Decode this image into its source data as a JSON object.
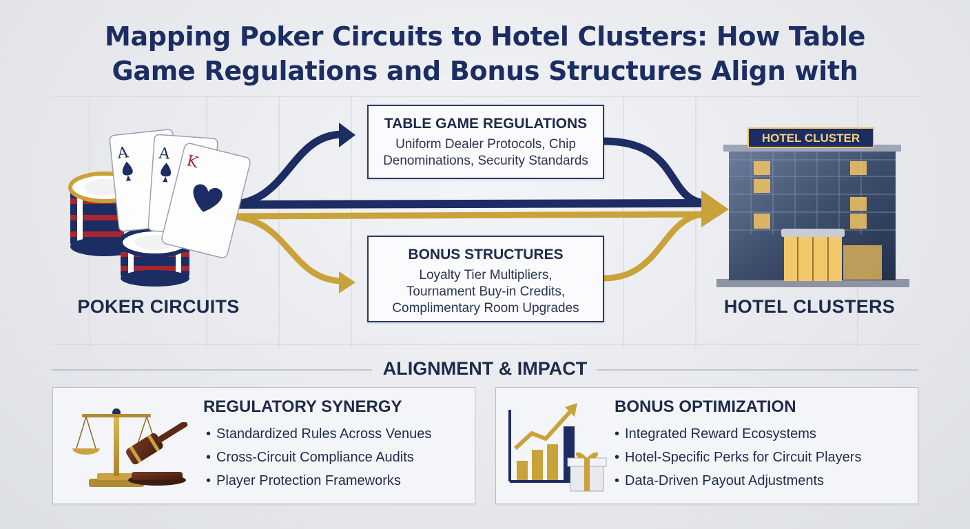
{
  "title": {
    "line1": "Mapping Poker Circuits to Hotel Clusters: How Table",
    "line2": "Game Regulations and Bonus Structures Align with"
  },
  "nodes": {
    "left_label": "POKER CIRCUITS",
    "right_label": "HOTEL CLUSTERS",
    "hotel_sign": "HOTEL CLUSTER",
    "card_ace1": "A",
    "card_ace2": "A",
    "card_king": "K"
  },
  "regulations_box": {
    "title": "TABLE GAME REGULATIONS",
    "lines": [
      "Uniform Dealer Protocols, Chip",
      "Denominations, Security Standards"
    ]
  },
  "bonus_box": {
    "title": "BONUS STRUCTURES",
    "lines": [
      "Loyalty Tier Multipliers,",
      "Tournament Buy-in Credits,",
      "Complimentary Room Upgrades"
    ]
  },
  "section": {
    "heading": "ALIGNMENT & IMPACT"
  },
  "panels": [
    {
      "title": "REGULATORY SYNERGY",
      "items": [
        "Standardized Rules Across Venues",
        "Cross-Circuit Compliance Audits",
        "Player Protection Frameworks"
      ]
    },
    {
      "title": "BONUS OPTIMIZATION",
      "items": [
        "Integrated Reward Ecosystems",
        "Hotel-Specific Perks for Circuit Players",
        "Data-Driven Payout Adjustments"
      ]
    }
  ],
  "colors": {
    "navy": "#1b2d63",
    "gold": "#c9a23a",
    "chip_red": "#a8262e",
    "window_light": "#f4c463"
  },
  "icons": [
    "playing-cards-icon",
    "poker-chips-icon",
    "hotel-building-icon",
    "scales-icon",
    "gavel-icon",
    "bar-chart-icon",
    "gift-icon"
  ]
}
